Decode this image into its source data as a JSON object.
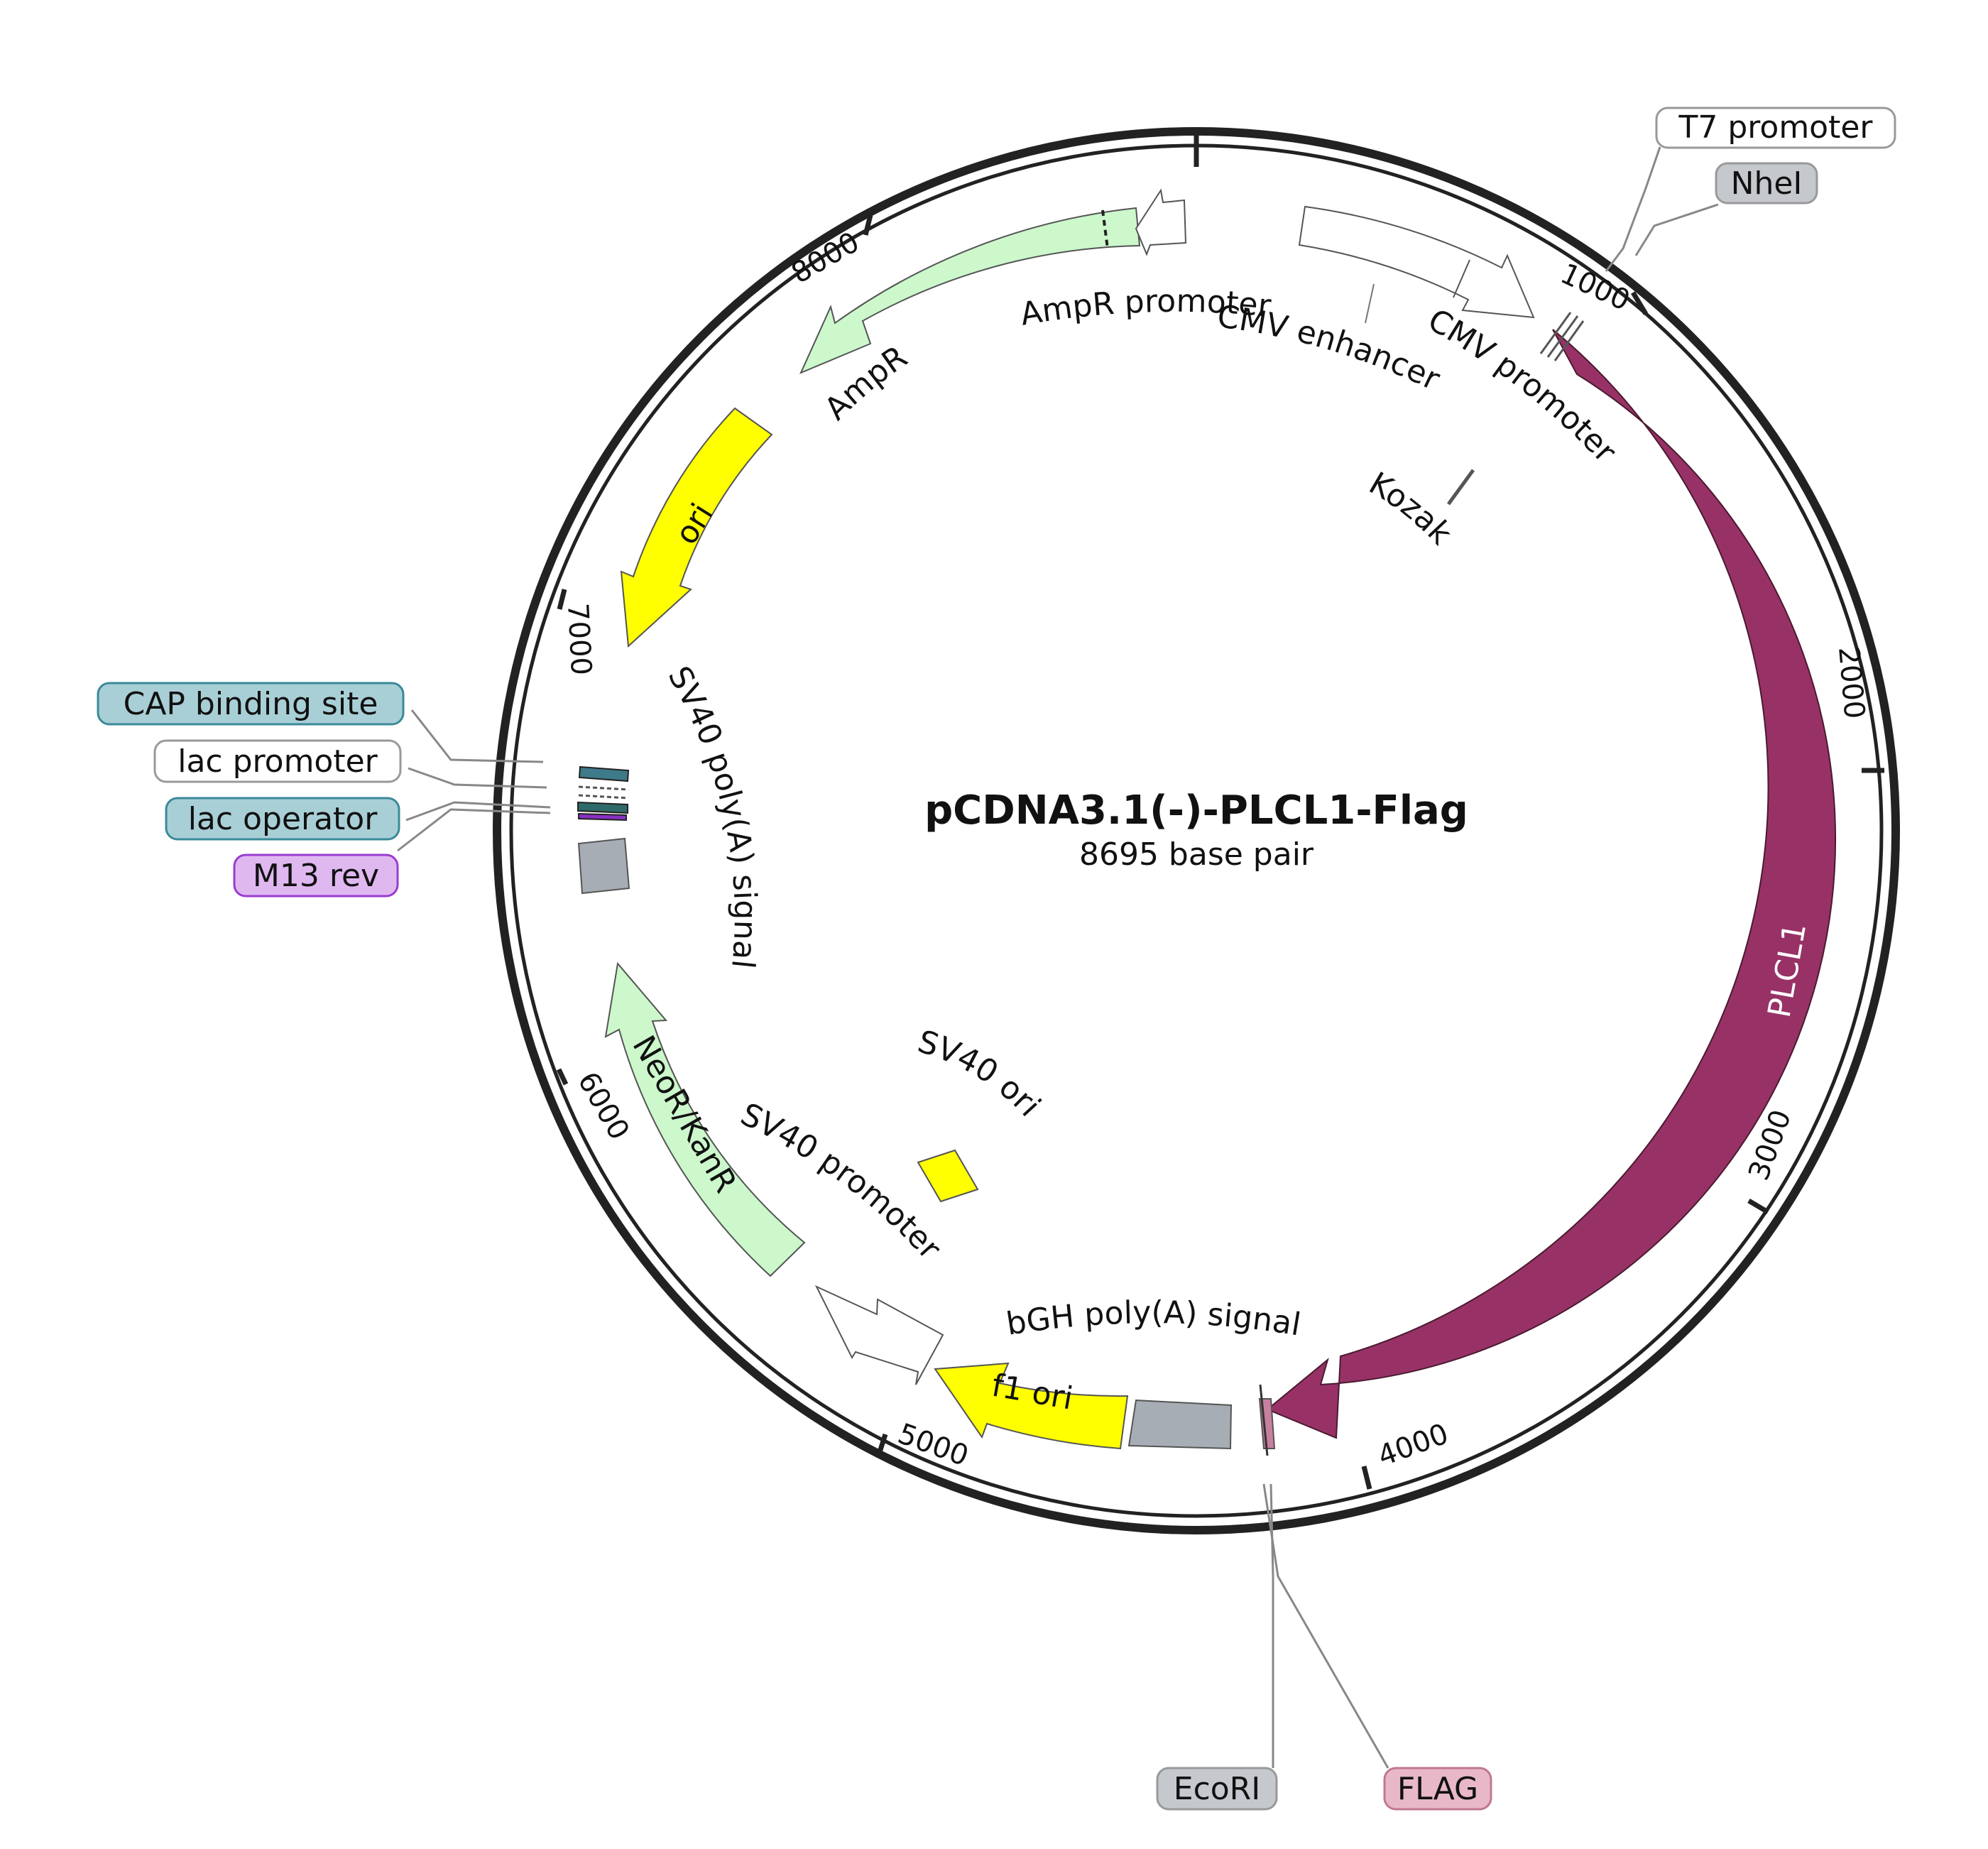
{
  "plasmid": {
    "name": "pCDNA3.1(-)-PLCL1-Flag",
    "length": 8695,
    "length_label": "8695 base pair"
  },
  "tick_labels": [
    "1000",
    "2000",
    "3000",
    "4000",
    "5000",
    "6000",
    "7000",
    "8000"
  ],
  "features": [
    {
      "name": "PLCL1",
      "color": "#983266",
      "text_color": "#ffffff"
    },
    {
      "name": "AmpR",
      "color": "#ccf8cc"
    },
    {
      "name": "AmpR promoter",
      "color": "#ffffff"
    },
    {
      "name": "CMV enhancer",
      "color": "#ffffff"
    },
    {
      "name": "CMV promoter",
      "color": "#ffffff"
    },
    {
      "name": "Kozak",
      "color": "#555555"
    },
    {
      "name": "ori",
      "color": "#ffff00"
    },
    {
      "name": "SV40 poly(A) signal",
      "color": "#a7adb4"
    },
    {
      "name": "NeoR/KanR",
      "color": "#ccf8cc"
    },
    {
      "name": "SV40 promoter",
      "color": "#ffffff"
    },
    {
      "name": "SV40 ori",
      "color": "#ffff00"
    },
    {
      "name": "f1 ori",
      "color": "#ffff00"
    },
    {
      "name": "bGH poly(A) signal",
      "color": "#a7adb4"
    }
  ],
  "callouts": [
    {
      "name": "T7 promoter",
      "fill": "#ffffff",
      "stroke": "#999999"
    },
    {
      "name": "NheI",
      "fill": "#c5c8cd",
      "stroke": "#999999"
    },
    {
      "name": "CAP binding site",
      "fill": "#a9cfd6",
      "stroke": "#3a8a99"
    },
    {
      "name": "lac promoter",
      "fill": "#ffffff",
      "stroke": "#999999"
    },
    {
      "name": "lac operator",
      "fill": "#a9cfd6",
      "stroke": "#3a8a99"
    },
    {
      "name": "M13 rev",
      "fill": "#e0b8f0",
      "stroke": "#9a3cd0"
    },
    {
      "name": "EcoRI",
      "fill": "#c5c8cd",
      "stroke": "#999999"
    },
    {
      "name": "FLAG",
      "fill": "#e8b8c8",
      "stroke": "#c07890"
    }
  ]
}
